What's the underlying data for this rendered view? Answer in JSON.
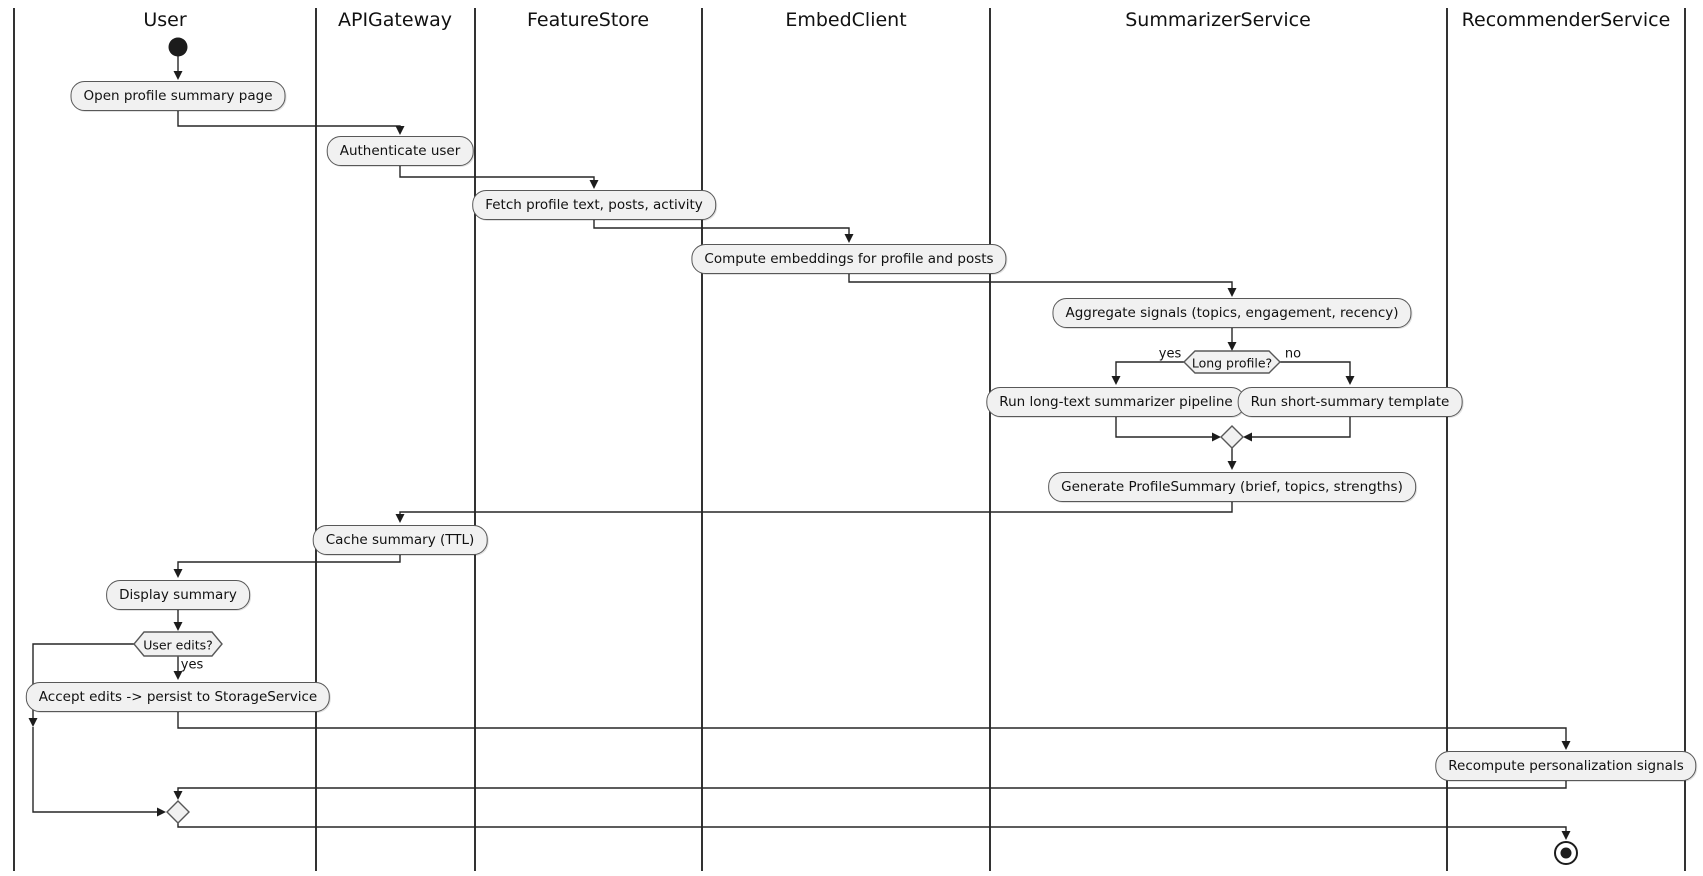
{
  "lanes": [
    {
      "name": "User"
    },
    {
      "name": "APIGateway"
    },
    {
      "name": "FeatureStore"
    },
    {
      "name": "EmbedClient"
    },
    {
      "name": "SummarizerService"
    },
    {
      "name": "RecommenderService"
    }
  ],
  "activities": [
    {
      "label": "Open profile summary page"
    },
    {
      "label": "Authenticate user"
    },
    {
      "label": "Fetch profile text, posts, activity"
    },
    {
      "label": "Compute embeddings for profile and posts"
    },
    {
      "label": "Aggregate signals (topics, engagement, recency)"
    },
    {
      "label": "Run long-text summarizer pipeline"
    },
    {
      "label": "Run short-summary template"
    },
    {
      "label": "Generate ProfileSummary (brief, topics, strengths)"
    },
    {
      "label": "Cache summary (TTL)"
    },
    {
      "label": "Display summary"
    },
    {
      "label": "Accept edits -> persist to StorageService"
    },
    {
      "label": "Recompute personalization signals"
    }
  ],
  "decisions": [
    {
      "label": "Long profile?",
      "branch_yes": "yes",
      "branch_no": "no"
    },
    {
      "label": "User edits?",
      "branch_yes": "yes"
    }
  ],
  "colors": {
    "activity_fill": "#f1f1f1",
    "activity_border": "#585858",
    "line": "#262626",
    "background": "#ffffff"
  }
}
